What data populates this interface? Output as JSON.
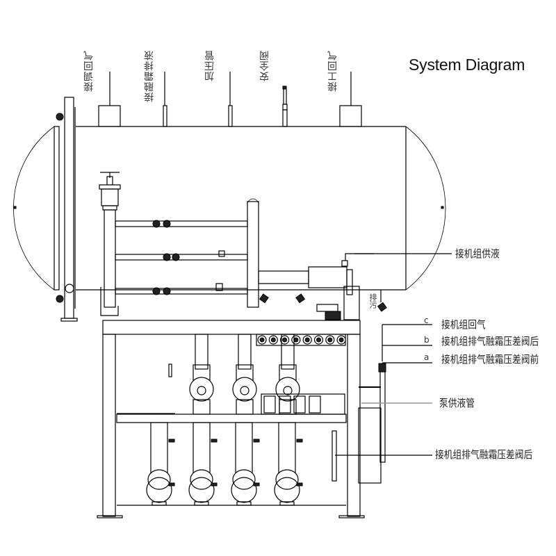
{
  "title": "System Diagram",
  "top_connections": [
    {
      "label": "接调回气"
    },
    {
      "label": "接融霜排液"
    },
    {
      "label": "加压管"
    },
    {
      "label": "安全阀"
    },
    {
      "label": "接工回气"
    }
  ],
  "side_labels": {
    "supply": "接机组供液",
    "drain": "排污",
    "return_gas": "接机组回气",
    "defrost_after": "接机组排气融霜压差阀后",
    "defrost_before": "接机组排气融霜压差阀前",
    "pump_supply": "泵供液管",
    "defrost_after_lower": "接机组排气融霜压差阀后"
  },
  "line_tags": {
    "c": "c",
    "b": "b",
    "a": "a"
  }
}
